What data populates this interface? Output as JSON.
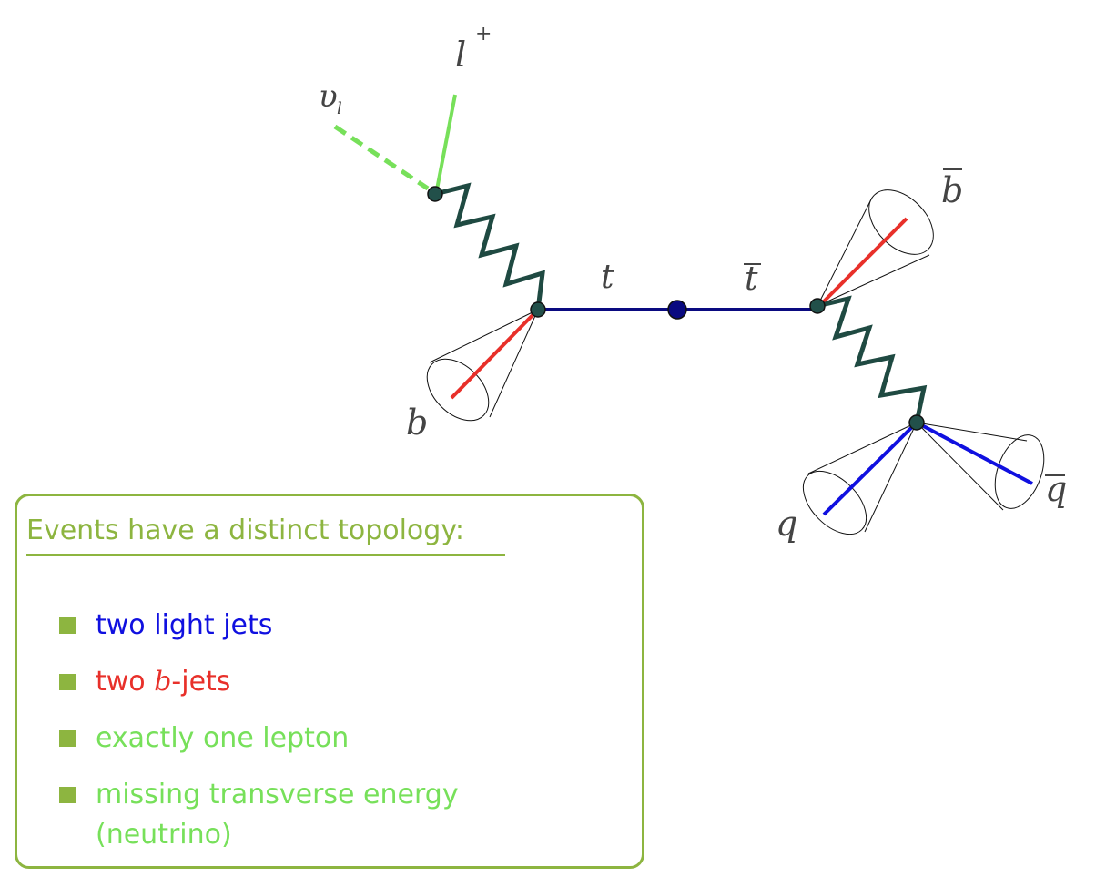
{
  "diagram": {
    "labels": {
      "lepton": "l",
      "lepton_charge": "+",
      "neutrino": "υ",
      "neutrino_sub": "l",
      "top": "t",
      "antitop": "t",
      "b": "b",
      "bbar": "b",
      "q": "q",
      "qbar": "q"
    },
    "colors": {
      "propagator": "#0a0a80",
      "w_boson": "#1f4a42",
      "vertex": "#22504a",
      "lepton": "#77e05a",
      "b_jet": "#e8302a",
      "light_jet": "#1010e0",
      "cone": "#111111"
    }
  },
  "box": {
    "title": "Events have a distinct topology:",
    "items": [
      {
        "text": "two light jets",
        "color": "#1010e0"
      },
      {
        "prefix": "two ",
        "italic": "b",
        "suffix": "-jets",
        "color": "#e8302a"
      },
      {
        "text": "exactly one lepton",
        "color": "#77e05a"
      },
      {
        "text": "missing transverse energy (neutrino)",
        "color": "#77e05a"
      }
    ],
    "bullet_color": "#8db540",
    "accent": "#8db540"
  }
}
